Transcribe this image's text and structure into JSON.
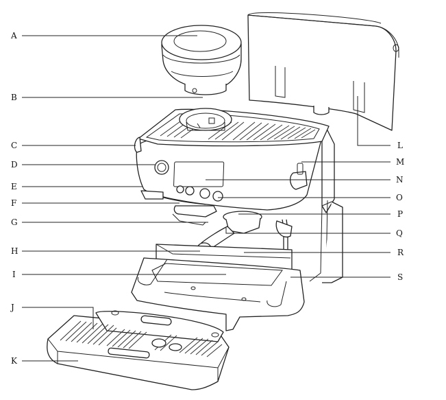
{
  "labels": {
    "A": "A",
    "B": "B",
    "C": "C",
    "D": "D",
    "E": "E",
    "F": "F",
    "G": "G",
    "H": "H",
    "I": "I",
    "J": "J",
    "K": "K",
    "L": "L",
    "M": "M",
    "N": "N",
    "O": "O",
    "P": "P",
    "Q": "Q",
    "R": "R",
    "S": "S"
  },
  "colors": {
    "ink": "#222222",
    "background": "#ffffff"
  }
}
